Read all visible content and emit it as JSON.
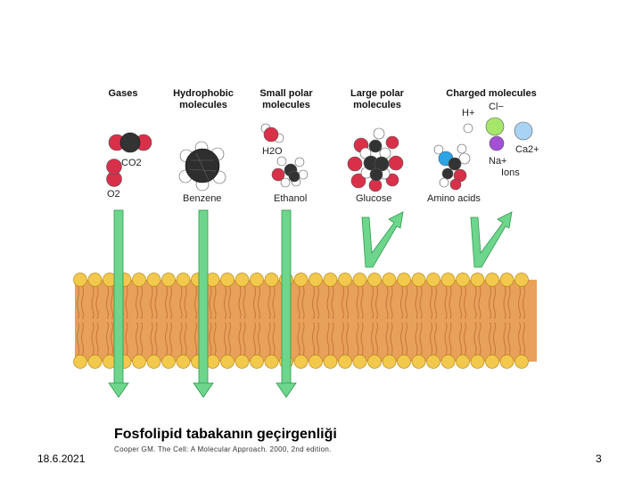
{
  "categories": {
    "gases": "Gases",
    "hydrophobic": "Hydrophobic\nmolecules",
    "small_polar": "Small polar\nmolecules",
    "large_polar": "Large polar\nmolecules",
    "charged": "Charged molecules"
  },
  "molecules": {
    "co2": "CO2",
    "o2": "O2",
    "benzene": "Benzene",
    "h2o": "H2O",
    "ethanol": "Ethanol",
    "glucose": "Glucose",
    "amino_acids": "Amino acids",
    "h_plus": "H+",
    "cl_minus": "Cl−",
    "na_plus": "Na+",
    "ca2_plus": "Ca2+",
    "ions": "Ions"
  },
  "caption": {
    "title": "Fosfolipid tabakanın geçirgenliği",
    "citation": "Cooper GM. The Cell: A Molecular Approach. 2000, 2nd edition."
  },
  "footer": {
    "date": "18.6.2021",
    "page_number": "3"
  },
  "colors": {
    "lipid_head": "#f2c94c",
    "lipid_tail": "#e8a15a",
    "arrow": "#6ed68c",
    "oxygen": "#d9304a",
    "carbon": "#333333",
    "cl_ion": "#a6e66b",
    "na_ion": "#a34fd6",
    "ca_ion": "#a9d3f5",
    "nitrogen": "#2aa5e8"
  }
}
